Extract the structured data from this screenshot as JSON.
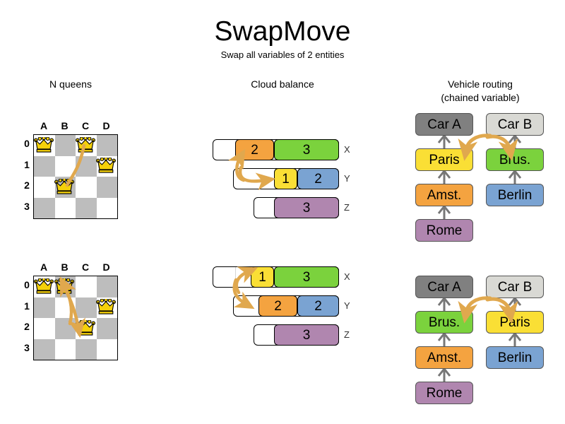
{
  "header": {
    "title": "SwapMove",
    "subtitle": "Swap all variables of 2 entities"
  },
  "sections": {
    "nqueens": {
      "title": "N queens"
    },
    "cloudbalance": {
      "title": "Cloud balance"
    },
    "vehiclerouting": {
      "title_line1": "Vehicle routing",
      "title_line2": "(chained variable)"
    }
  },
  "colors": {
    "orange": "#F4A340",
    "green": "#7BD23D",
    "yellow": "#FADF35",
    "blue": "#7AA3D2",
    "purple": "#B086AF",
    "dark_gray": "#808080",
    "light_gray": "#D9D9D4",
    "board_dark": "#BDBDBD",
    "board_light": "#FFFFFF",
    "arrow": "#E0A84E",
    "queen": "#F5D10A"
  },
  "nqueens": {
    "files": [
      "A",
      "B",
      "C",
      "D"
    ],
    "ranks": [
      "0",
      "1",
      "2",
      "3"
    ],
    "before": {
      "queens": [
        {
          "file": "A",
          "rank": "0"
        },
        {
          "file": "C",
          "rank": "0"
        },
        {
          "file": "D",
          "rank": "1"
        },
        {
          "file": "B",
          "rank": "2"
        }
      ]
    },
    "after": {
      "queens": [
        {
          "file": "A",
          "rank": "0"
        },
        {
          "file": "B",
          "rank": "0"
        },
        {
          "file": "D",
          "rank": "1"
        },
        {
          "file": "C",
          "rank": "2"
        }
      ]
    }
  },
  "cloud_balance": {
    "row_labels": [
      "X",
      "Y",
      "Z"
    ],
    "before": [
      {
        "label": "X",
        "segments": [
          {
            "value": "2",
            "color": "#F4A340"
          },
          {
            "value": "3",
            "color": "#7BD23D"
          }
        ]
      },
      {
        "label": "Y",
        "segments": [
          {
            "value": "1",
            "color": "#FADF35"
          },
          {
            "value": "2",
            "color": "#7AA3D2"
          }
        ]
      },
      {
        "label": "Z",
        "segments": [
          {
            "value": "3",
            "color": "#B086AF"
          }
        ]
      }
    ],
    "after": [
      {
        "label": "X",
        "segments": [
          {
            "value": "1",
            "color": "#FADF35"
          },
          {
            "value": "3",
            "color": "#7BD23D"
          }
        ]
      },
      {
        "label": "Y",
        "segments": [
          {
            "value": "2",
            "color": "#F4A340"
          },
          {
            "value": "2",
            "color": "#7AA3D2"
          }
        ]
      },
      {
        "label": "Z",
        "segments": [
          {
            "value": "3",
            "color": "#B086AF"
          }
        ]
      }
    ]
  },
  "vehicle_routing": {
    "before": {
      "chain_a": [
        "Car A",
        "Paris",
        "Amst.",
        "Rome"
      ],
      "chain_b": [
        "Car B",
        "Brus.",
        "Berlin"
      ]
    },
    "after": {
      "chain_a": [
        "Car A",
        "Brus.",
        "Amst.",
        "Rome"
      ],
      "chain_b": [
        "Car B",
        "Paris",
        "Berlin"
      ]
    },
    "box_colors": {
      "Car A": "#808080",
      "Car B": "#D9D9D4",
      "Paris": "#FADF35",
      "Brus.": "#7BD23D",
      "Amst.": "#F4A340",
      "Berlin": "#7AA3D2",
      "Rome": "#B086AF"
    }
  }
}
